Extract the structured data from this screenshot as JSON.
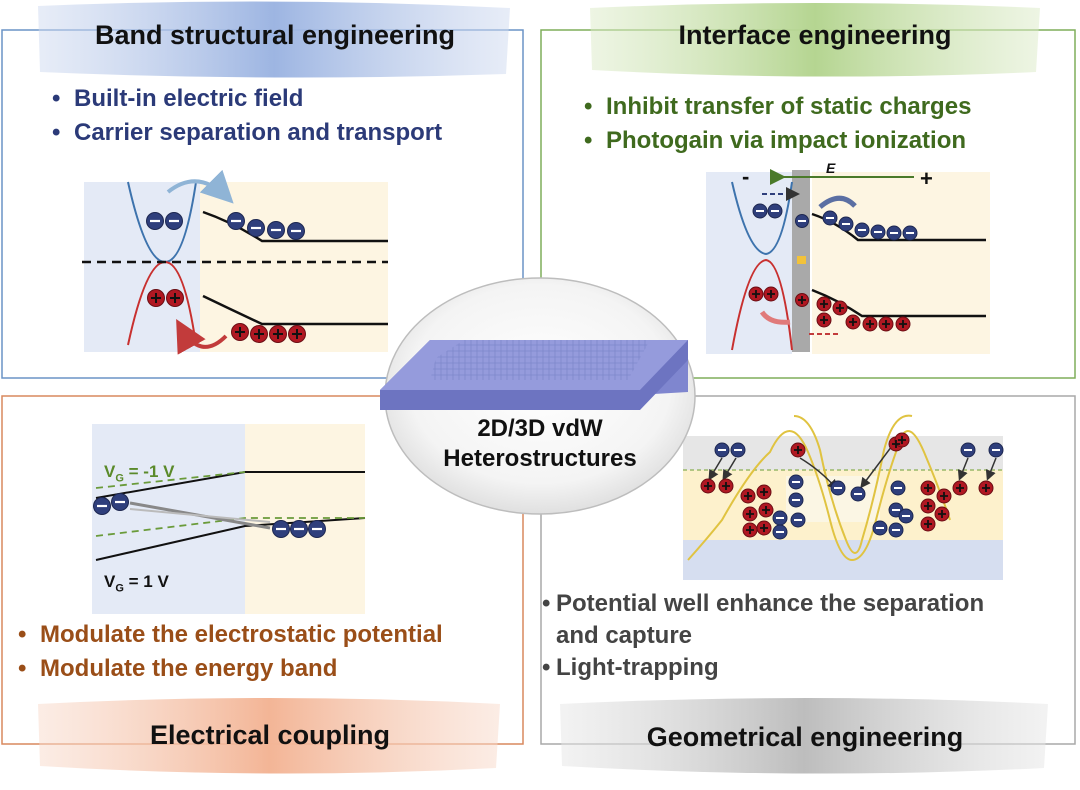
{
  "center": {
    "line1": "2D/3D vdW",
    "line2": "Heterostructures"
  },
  "panels": {
    "band": {
      "title": "Band structural engineering",
      "bullets": [
        "Built-in electric field",
        "Carrier separation and transport"
      ]
    },
    "interface": {
      "title": "Interface engineering",
      "bullets": [
        "Inhibit transfer of static charges",
        "Photogain via impact ionization"
      ],
      "field_label": "E",
      "minus": "-",
      "plus": "+"
    },
    "electrical": {
      "title": "Electrical coupling",
      "bullets": [
        "Modulate the electrostatic potential",
        "Modulate the energy band"
      ],
      "vg_top": "V",
      "vg_top_sub": "G",
      "vg_top_val": " = -1 V",
      "vg_bottom": "V",
      "vg_bottom_sub": "G",
      "vg_bottom_val": " = 1 V"
    },
    "geometrical": {
      "title": "Geometrical engineering",
      "bullets": [
        "Potential well enhance the separation",
        "and capture",
        "Light-trapping"
      ]
    }
  },
  "colors": {
    "blue_text": "#2b3a78",
    "green_text": "#3f6a1e",
    "orange_text": "#9a4e18",
    "gray_text": "#444444",
    "electron": "#2f3f7c",
    "hole": "#b01822"
  }
}
